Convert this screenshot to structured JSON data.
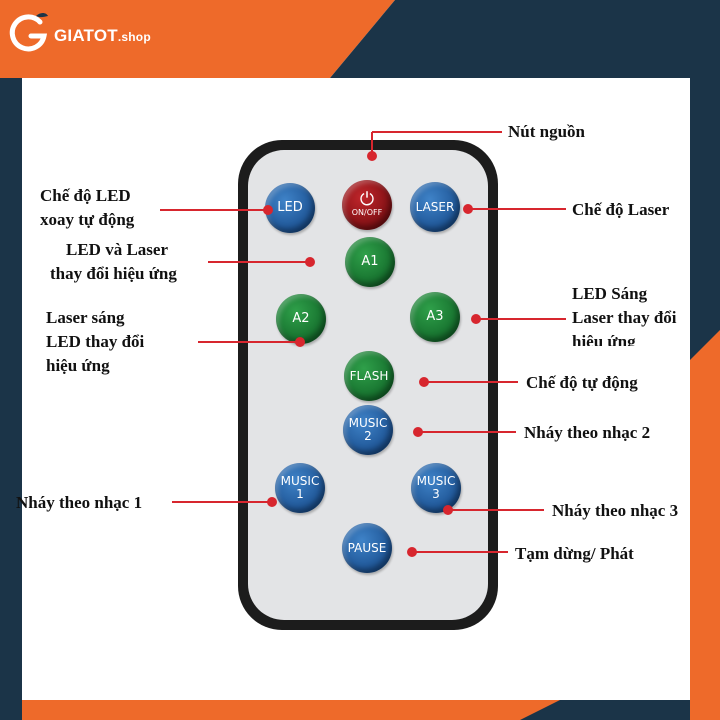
{
  "brand": {
    "name": "GIATOT",
    "suffix": ".shop",
    "colors": {
      "orange": "#ee6a2a",
      "navy": "#1b3448"
    }
  },
  "remote": {
    "buttons": {
      "led": "LED",
      "power_sub": "ON/OFF",
      "laser": "LASER",
      "a1": "A1",
      "a2": "A2",
      "a3": "A3",
      "flash": "FLASH",
      "music2_line1": "MUSIC",
      "music2_line2": "2",
      "music1_line1": "MUSIC",
      "music1_line2": "1",
      "music3_line1": "MUSIC",
      "music3_line2": "3",
      "pause": "PAUSE"
    },
    "colors": {
      "blue": "#1f5fa6",
      "green": "#1d7f37",
      "red": "#a8161c",
      "line": "#d7262e"
    }
  },
  "labels": {
    "power": "Nút nguồn",
    "led_rotate_1": "Chế độ LED",
    "led_rotate_2": "xoay tự động",
    "laser_mode": "Chế độ Laser",
    "a1_1": "LED và Laser",
    "a1_2": "thay đổi hiệu ứng",
    "a3_1": "LED Sáng",
    "a3_2": "Laser thay đổi",
    "a3_3": "hiệu ứng",
    "a2_1": "Laser sáng",
    "a2_2": "LED thay đổi",
    "a2_3": "hiệu ứng",
    "auto": "Chế độ tự động",
    "music2": "Nháy theo nhạc 2",
    "music1": "Nháy theo nhạc 1",
    "music3": "Nháy theo nhạc 3",
    "pause": "Tạm dừng/ Phát"
  }
}
